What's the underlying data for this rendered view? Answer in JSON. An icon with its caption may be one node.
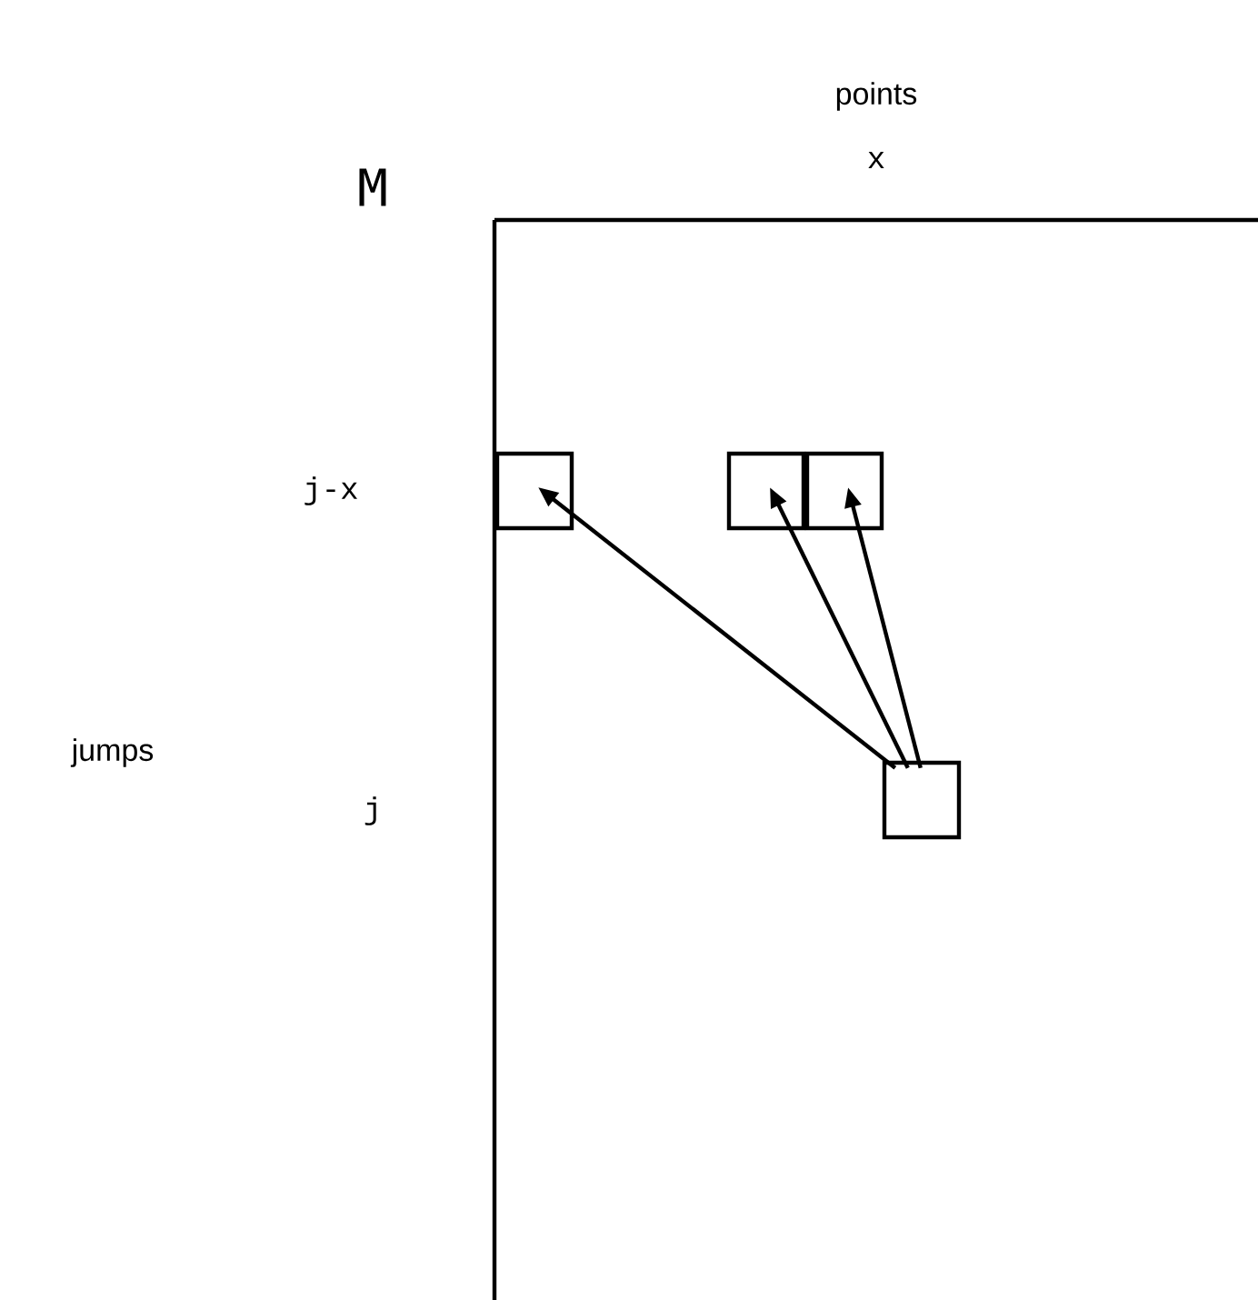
{
  "diagram": {
    "nodes": [
      {
        "text": [],
        "shape": "box"
      },
      {
        "text": [],
        "shape": "box"
      },
      {
        "text": [],
        "shape": "box"
      },
      {
        "text": [],
        "shape": "box"
      }
    ],
    "edges": [
      {
        "from": 3,
        "to": 0,
        "arrow": "to"
      },
      {
        "from": 3,
        "to": 1,
        "arrow": "to"
      },
      {
        "from": 3,
        "to": 2,
        "arrow": "to"
      }
    ],
    "labels": [
      "points",
      "x",
      "M",
      "j-x",
      "jumps",
      "j"
    ]
  }
}
